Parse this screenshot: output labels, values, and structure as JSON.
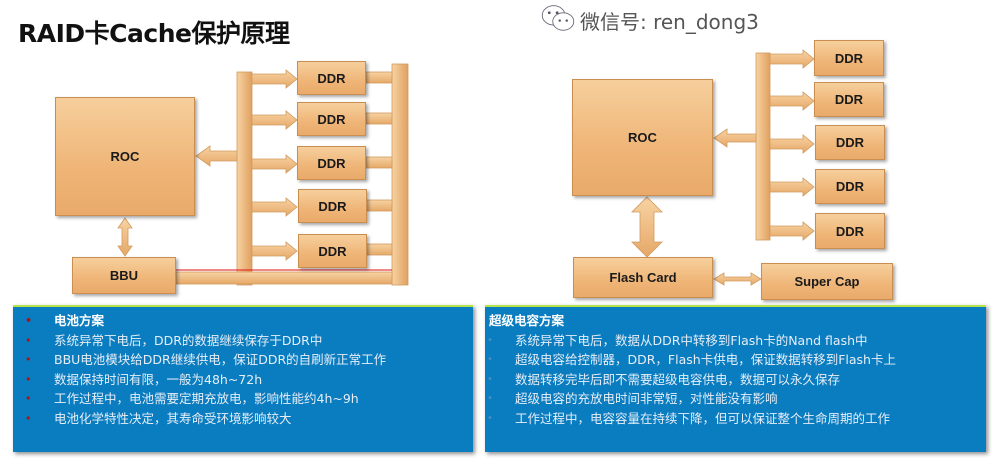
{
  "title": "RAID卡Cache保护原理",
  "left_diagram": {
    "roc": "ROC",
    "bbu": "BBU",
    "ddr": [
      "DDR",
      "DDR",
      "DDR",
      "DDR",
      "DDR"
    ]
  },
  "right_diagram": {
    "roc": "ROC",
    "flash_card": "Flash Card",
    "super_cap": "Super Cap",
    "ddr": [
      "DDR",
      "DDR",
      "DDR",
      "DDR",
      "DDR"
    ]
  },
  "left_panel": {
    "heading": "电池方案",
    "items": [
      "系统异常下电后，DDR的数据继续保存于DDR中",
      "BBU电池模块给DDR继续供电，保证DDR的自刷新正常工作",
      "数据保持时间有限，一般为48h~72h",
      "工作过程中，电池需要定期充放电，影响性能约4h~9h",
      "电池化学特性决定，其寿命受环境影响较大"
    ]
  },
  "right_panel": {
    "heading": "超级电容方案",
    "items": [
      "系统异常下电后，数据从DDR中转移到Flash卡的Nand flash中",
      "超级电容给控制器，DDR，Flash卡供电，保证数据转移到Flash卡上",
      "数据转移完毕后即不需要超级电容供电，数据可以永久保存",
      "超级电容的充放电时间非常短，对性能没有影响",
      "工作过程中，电容容量在持续下降，但可以保证整个生命周期的工作"
    ]
  },
  "watermark": "微信号: ren_dong3",
  "colors": {
    "box": "#efb577",
    "panel": "#0a7cc0",
    "accent_line": "#b5e34a",
    "red_line": "#e01010"
  }
}
